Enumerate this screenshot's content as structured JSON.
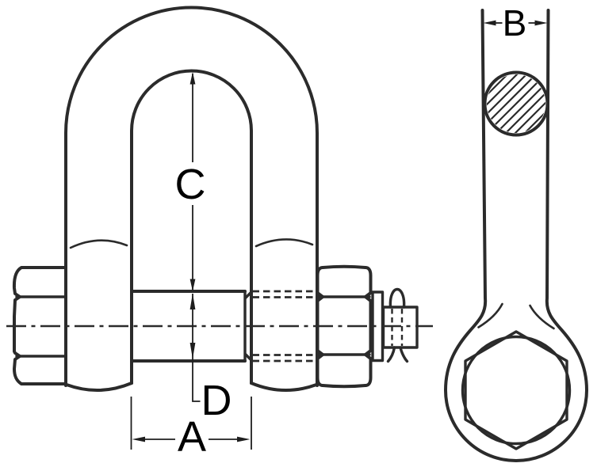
{
  "drawing": {
    "labels": {
      "a": "A",
      "b": "B",
      "c": "C",
      "d": "D"
    },
    "colors": {
      "line": "#2b2b2b",
      "label": "#000000",
      "background": "#ffffff"
    }
  }
}
